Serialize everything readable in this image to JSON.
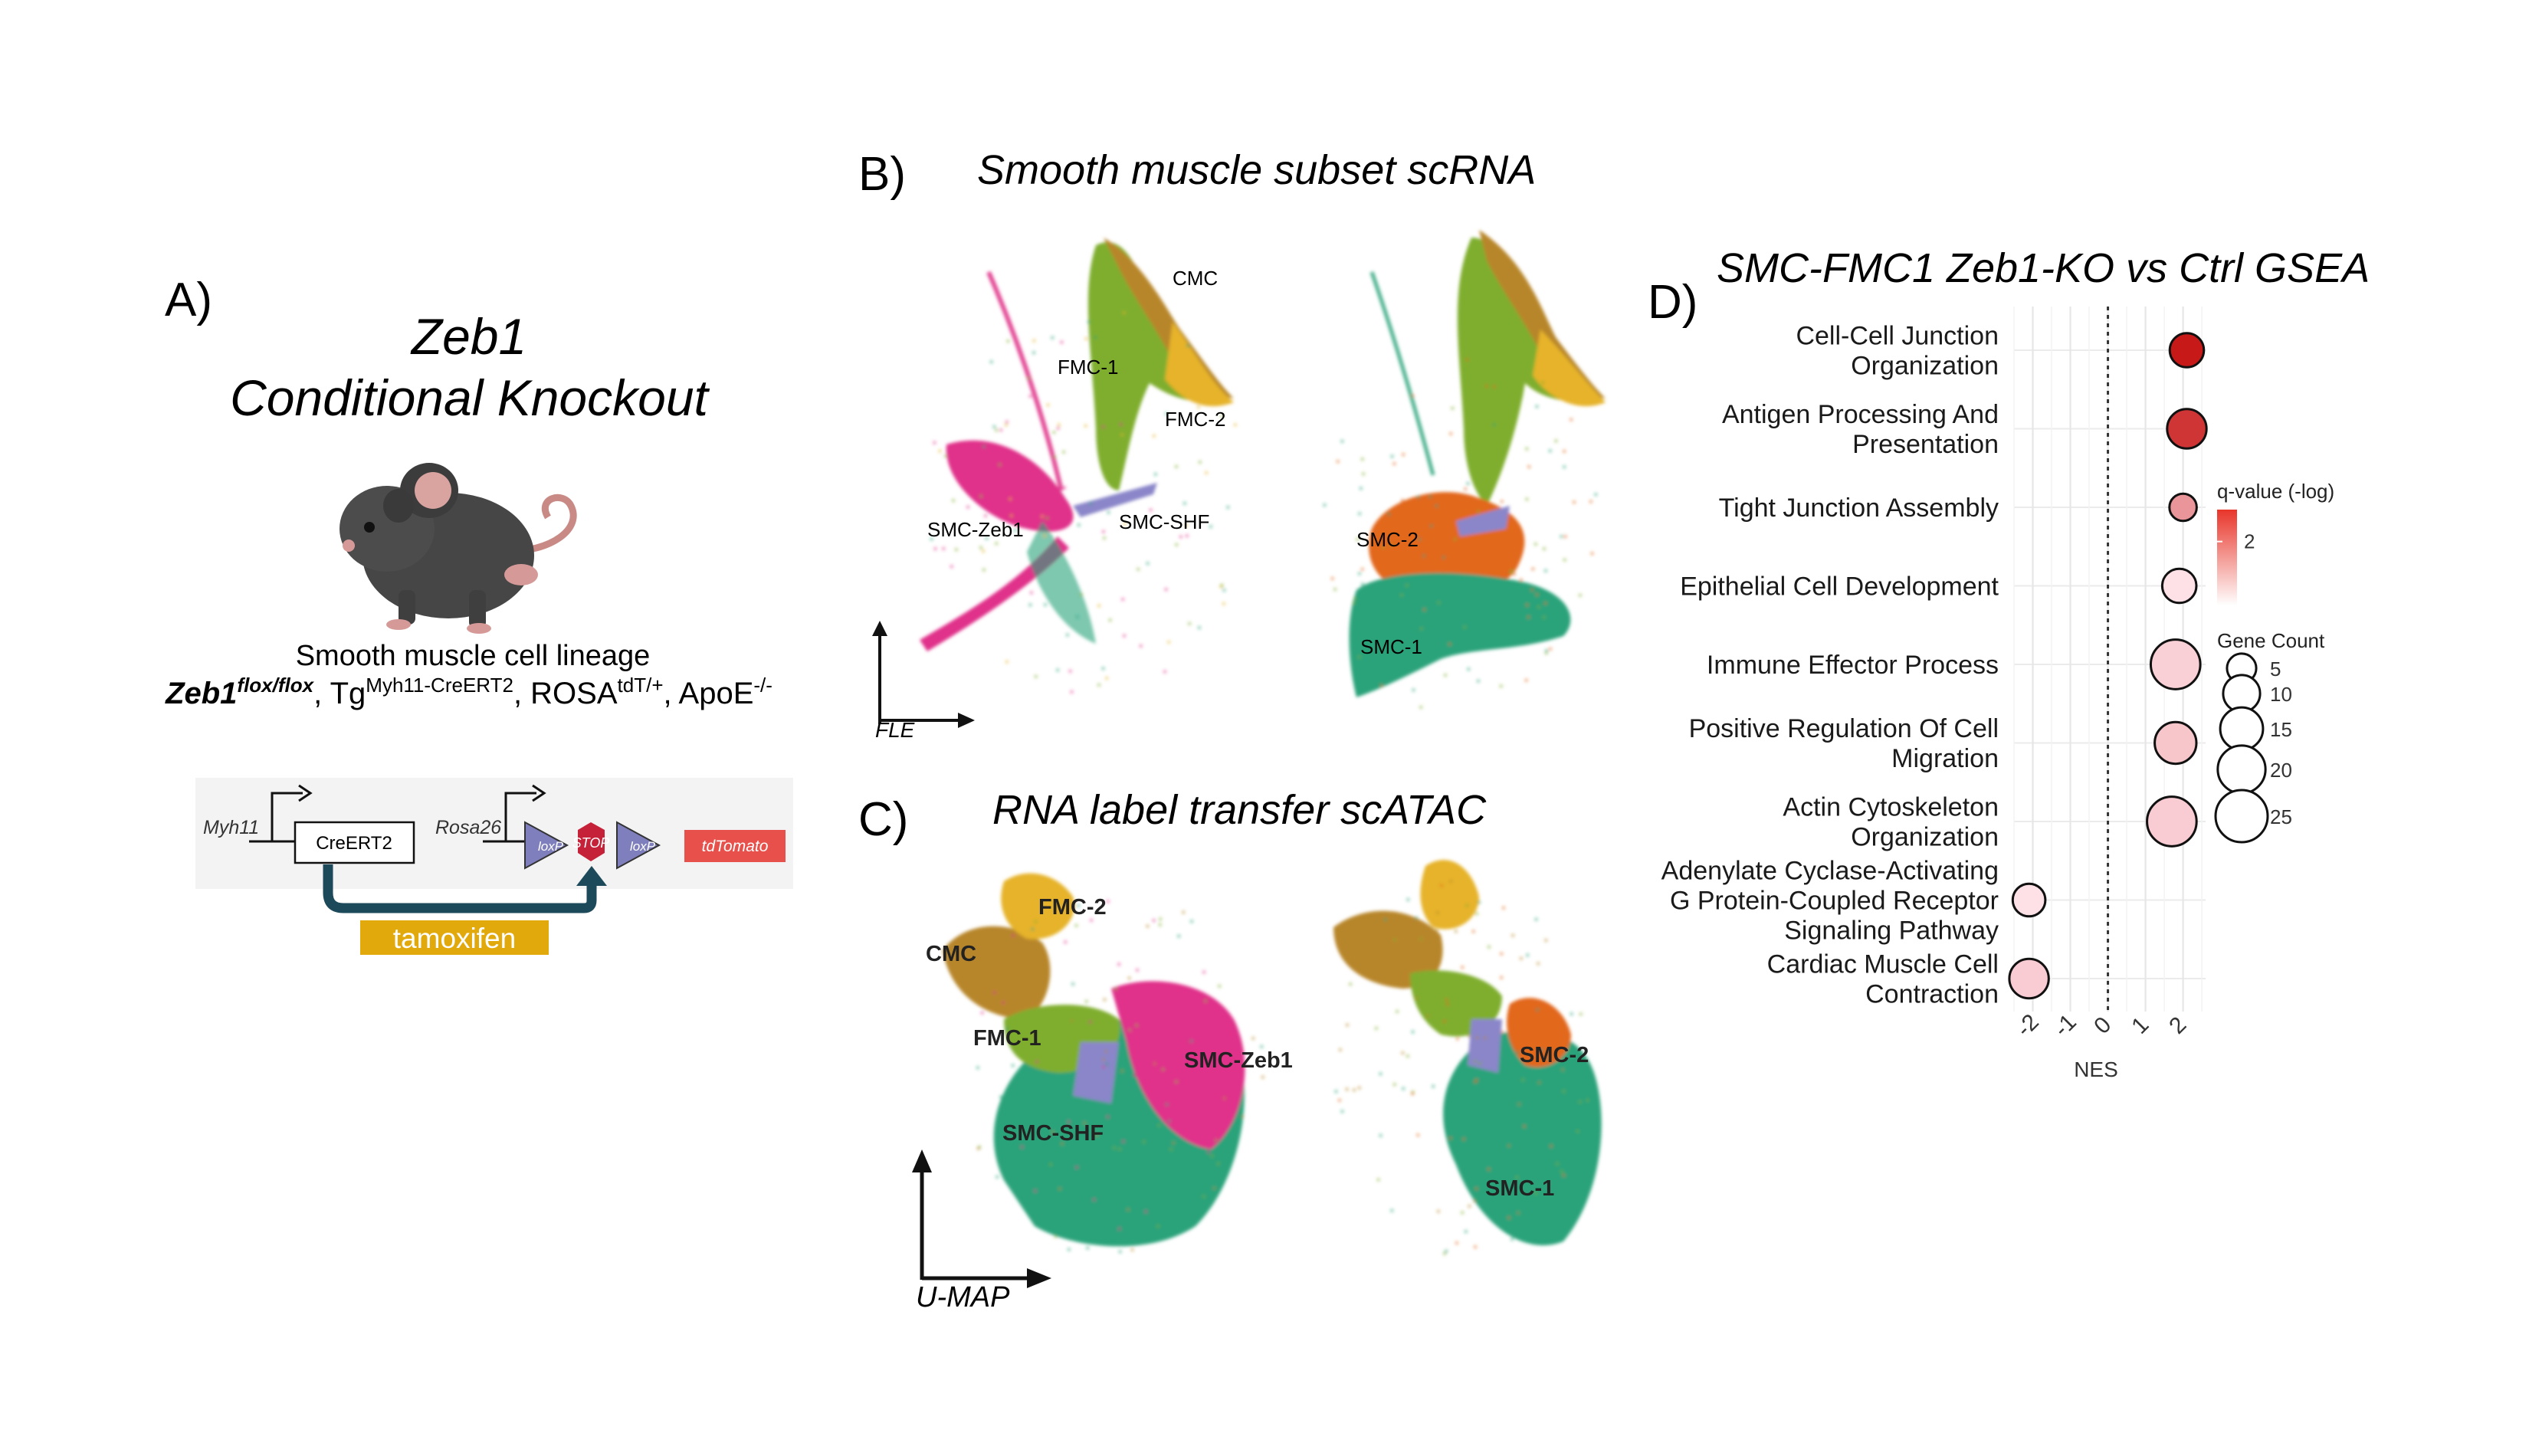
{
  "panelA": {
    "letter": "A)",
    "title_line1": "Zeb1",
    "title_line2": "Conditional Knockout",
    "lineage_caption": "Smooth muscle cell lineage",
    "genotype": {
      "zeb1": "Zeb1",
      "zeb1_sup": "flox/flox",
      "sep1": ", Tg",
      "tg_sup": "Myh11-CreERT2",
      "sep2": ", ROSA",
      "rosa_sup": "tdT/+",
      "sep3": ", ApoE",
      "apoe_sup": "-/-"
    },
    "construct": {
      "myh11": "Myh11",
      "creert2": "CreERT2",
      "rosa26": "Rosa26",
      "loxp": "loxP",
      "stop": "STOP",
      "tdtomato": "tdTomato",
      "tamoxifen": "tamoxifen"
    }
  },
  "panelB": {
    "letter": "B)",
    "title": "Smooth muscle subset scRNA",
    "axis_label": "FLE",
    "left_labels": [
      "CMC",
      "FMC-1",
      "FMC-2",
      "SMC-Zeb1",
      "SMC-SHF"
    ],
    "right_labels": [
      "SMC-2",
      "SMC-1"
    ]
  },
  "panelC": {
    "letter": "C)",
    "title": "RNA label transfer scATAC",
    "axis_label": "U-MAP",
    "left_labels": [
      "FMC-2",
      "CMC",
      "FMC-1",
      "SMC-Zeb1",
      "SMC-SHF"
    ],
    "right_labels": [
      "SMC-2",
      "SMC-1"
    ]
  },
  "panelD": {
    "letter": "D)",
    "title": "SMC-FMC1 Zeb1-KO vs Ctrl GSEA"
  },
  "colors": {
    "CMC": "#b8862b",
    "FMC-1": "#7fae2e",
    "FMC-2": "#e6b32a",
    "SMC-Zeb1": "#e0338a",
    "SMC-SHF": "#8a86c9",
    "SMC-1": "#2aa37a",
    "SMC-2": "#e2671e",
    "tamoxifen": "#e2a90d",
    "arrow": "#1d4a5a"
  },
  "chart_data": {
    "type": "scatter",
    "title": "SMC-FMC1 Zeb1-KO vs Ctrl GSEA",
    "xlabel": "NES",
    "ylabel": "",
    "xticks": [
      -2,
      -1,
      0,
      1,
      2
    ],
    "xlim": [
      -2.5,
      2.6
    ],
    "categories": [
      [
        "Cell-Cell Junction",
        "Organization"
      ],
      [
        "Antigen Processing And",
        "Presentation"
      ],
      [
        "Tight Junction Assembly"
      ],
      [
        "Epithelial Cell Development"
      ],
      [
        "Immune Effector Process"
      ],
      [
        "Positive Regulation Of Cell",
        "Migration"
      ],
      [
        "Actin Cytoskeleton",
        "Organization"
      ],
      [
        "Adenylate Cyclase-Activating",
        "G Protein-Coupled Receptor",
        "Signaling Pathway"
      ],
      [
        "Cardiac Muscle Cell",
        "Contraction"
      ]
    ],
    "nes": [
      2.1,
      2.1,
      2.0,
      1.9,
      1.8,
      1.8,
      1.7,
      -2.1,
      -2.1
    ],
    "gene_count": [
      8,
      12,
      4,
      8,
      22,
      14,
      22,
      7,
      12
    ],
    "qvalue_neglog": [
      3.0,
      2.6,
      1.2,
      0.1,
      0.35,
      0.5,
      0.4,
      0.1,
      0.4
    ],
    "legend_color": {
      "title": "q-value (-log)",
      "ticks": [
        2
      ],
      "range": [
        0,
        3
      ]
    },
    "legend_size": {
      "title": "Gene Count",
      "values": [
        5,
        10,
        15,
        20,
        25
      ]
    },
    "grid": true,
    "legend_placement": "right"
  }
}
